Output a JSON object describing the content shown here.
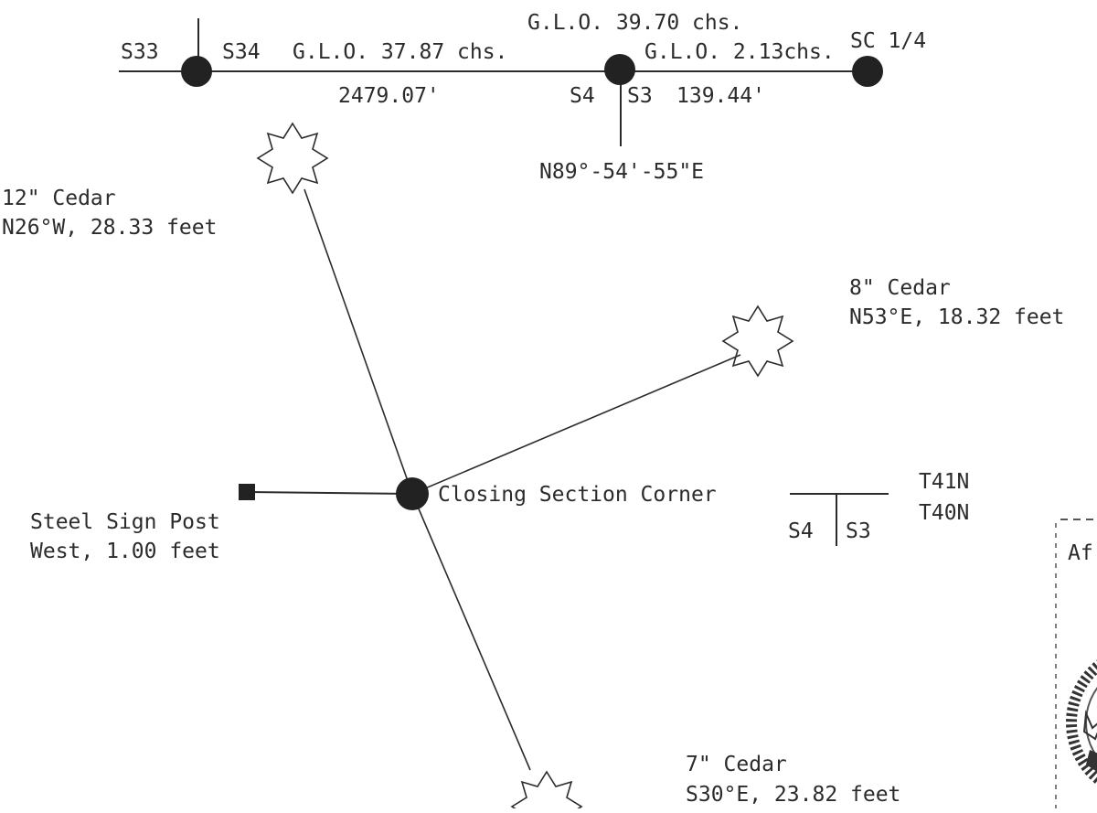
{
  "top_line": {
    "left_section_a": "S33",
    "left_section_b": "S34",
    "glo_west": "G.L.O. 37.87 chs.",
    "glo_total": "G.L.O. 39.70 chs.",
    "glo_east": "G.L.O. 2.13chs.",
    "sc_quarter": "SC 1/4",
    "distance_west": "2479.07'",
    "mid_section_a": "S4",
    "mid_section_b": "S3",
    "distance_east": "139.44'",
    "bearing": "N89°-54'-55\"E"
  },
  "corner": {
    "label": "Closing Section Corner"
  },
  "bearing_trees": [
    {
      "id": "nw",
      "size": "12\" Cedar",
      "bearing": "N26°W, 28.33 feet"
    },
    {
      "id": "ne",
      "size": "8\" Cedar",
      "bearing": "N53°E, 18.32 feet"
    },
    {
      "id": "se",
      "size": "7\" Cedar",
      "bearing": "S30°E, 23.82 feet"
    }
  ],
  "sign_post": {
    "line1": "Steel Sign Post",
    "line2": "West, 1.00 feet"
  },
  "township": {
    "north": "T41N",
    "south": "T40N",
    "section_left": "S4",
    "section_right": "S3"
  },
  "affidavit": {
    "partial_text": "Af"
  },
  "colors": {
    "ink": "#2b2b2b",
    "monument": "#222222",
    "background": "#ffffff"
  }
}
